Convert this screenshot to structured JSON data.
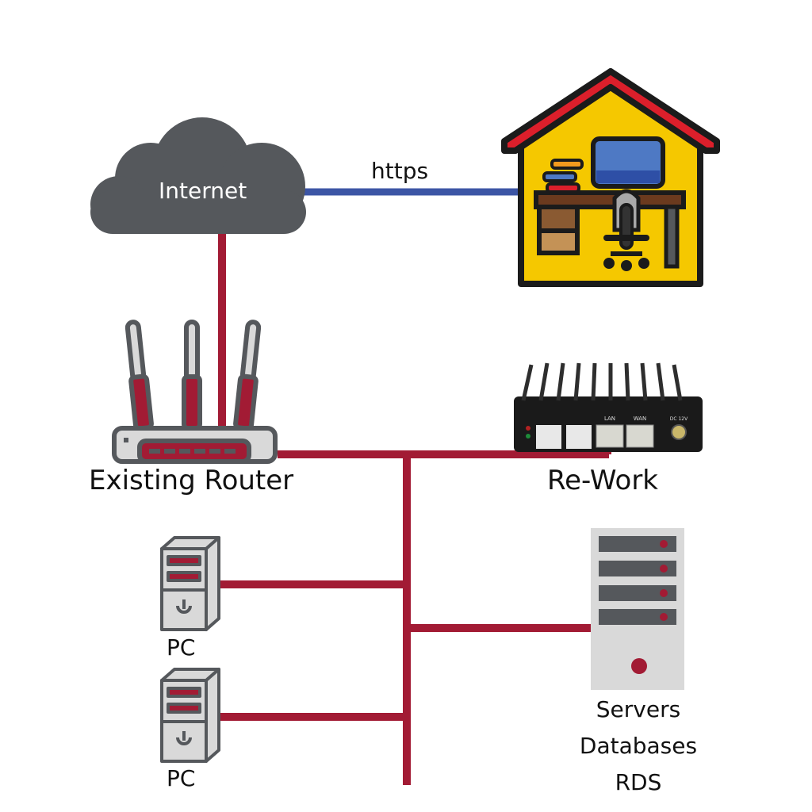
{
  "diagram": {
    "title": "Re-Work network topology",
    "colors": {
      "lan_link": "#a21b34",
      "https_link": "#3c55a5",
      "cloud": "#55585c",
      "icon_outline": "#55585c",
      "icon_fill": "#d9d9d9",
      "house_roof": "#dc1f2b",
      "house_wall": "#f5c800",
      "monitor": "#4e79c4"
    },
    "nodes": {
      "internet": {
        "label": "Internet",
        "icon": "cloud-icon"
      },
      "home_office": {
        "label": "",
        "icon": "home-office-icon"
      },
      "router": {
        "label": "Existing Router",
        "icon": "wifi-router-icon"
      },
      "rework": {
        "label": "Re-Work",
        "icon": "mini-pc-appliance-icon",
        "ports": [
          "LAN",
          "WAN",
          "DC 12V"
        ]
      },
      "pc1": {
        "label": "PC",
        "icon": "desktop-tower-icon"
      },
      "pc2": {
        "label": "PC",
        "icon": "desktop-tower-icon"
      },
      "servers": {
        "label_lines": [
          "Servers",
          "Databases",
          "RDS"
        ],
        "icon": "server-rack-icon"
      }
    },
    "edges": [
      {
        "from": "internet",
        "to": "home_office",
        "label": "https",
        "type": "https"
      },
      {
        "from": "internet",
        "to": "router",
        "label": "",
        "type": "lan"
      },
      {
        "from": "router",
        "to": "lan_bus",
        "label": "",
        "type": "lan"
      },
      {
        "from": "rework",
        "to": "lan_bus",
        "label": "",
        "type": "lan",
        "port": "LAN"
      },
      {
        "from": "pc1",
        "to": "lan_bus",
        "label": "",
        "type": "lan"
      },
      {
        "from": "pc2",
        "to": "lan_bus",
        "label": "",
        "type": "lan"
      },
      {
        "from": "servers",
        "to": "lan_bus",
        "label": "",
        "type": "lan"
      }
    ]
  }
}
